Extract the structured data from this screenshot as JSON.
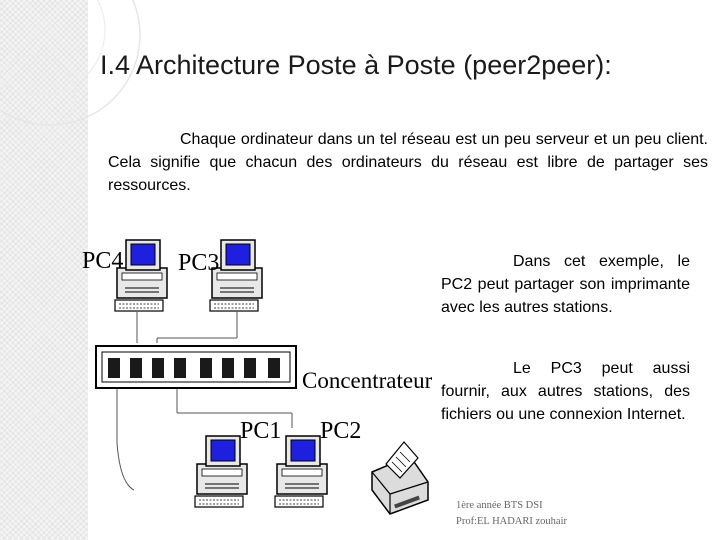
{
  "slide": {
    "title": "I.4 Architecture Poste à Poste (peer2peer):",
    "intro": "Chaque ordinateur dans un tel réseau est un peu serveur et un peu client. Cela signifie que chacun des ordinateurs du réseau est libre de partager ses ressources."
  },
  "diagram": {
    "labels": {
      "pc4": "PC4",
      "pc3": "PC3",
      "pc1": "PC1",
      "pc2": "PC2",
      "hub": "Concentrateur"
    }
  },
  "paragraphs": {
    "example_pc2": "Dans cet exemple, le PC2 peut partager son imprimante avec les autres stations.",
    "example_pc3": "Le PC3 peut aussi fournir, aux autres stations, des fichiers ou une connexion Internet."
  },
  "footer": {
    "line1": "1ère année BTS DSI",
    "line2": "Prof:EL HADARI zouhair"
  },
  "colors": {
    "screen": "#1f1fe0",
    "title_text": "#1a1a1a",
    "footer_text": "#666666"
  }
}
